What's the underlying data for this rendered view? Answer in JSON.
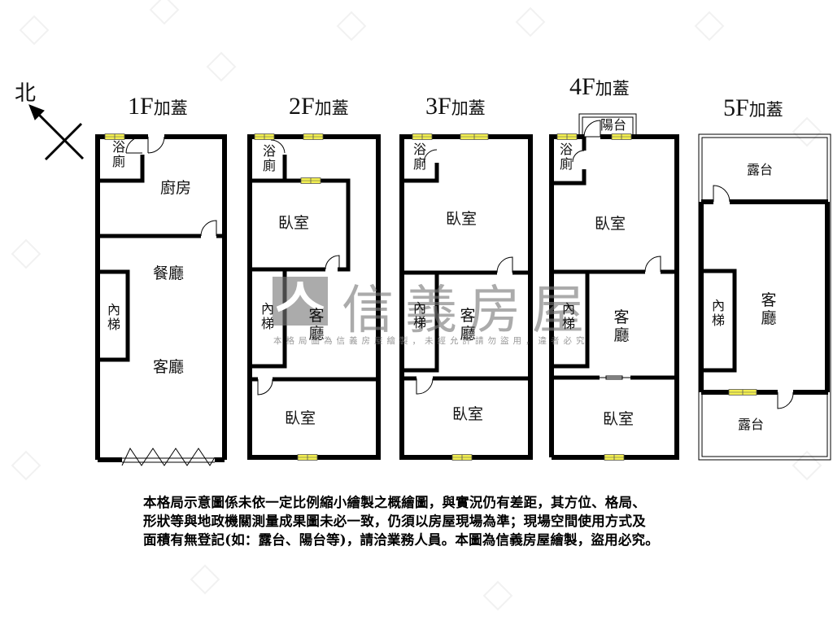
{
  "compass": {
    "label": "北",
    "icon": "north-arrow-icon"
  },
  "floors": [
    {
      "id": "1f",
      "title_num": "1F",
      "title_suffix": "加蓋",
      "rooms": {
        "bath": "浴廁",
        "kitchen": "廚房",
        "dining": "餐廳",
        "stairs": "內梯",
        "living": "客廳"
      }
    },
    {
      "id": "2f",
      "title_num": "2F",
      "title_suffix": "加蓋",
      "rooms": {
        "bath": "浴廁",
        "bedroom_front": "臥室",
        "stairs": "內梯",
        "living": "客廳",
        "bedroom_back": "臥室"
      }
    },
    {
      "id": "3f",
      "title_num": "3F",
      "title_suffix": "加蓋",
      "rooms": {
        "bath": "浴廁",
        "bedroom_front": "臥室",
        "stairs": "內梯",
        "living": "客廳",
        "bedroom_back": "臥室"
      }
    },
    {
      "id": "4f",
      "title_num": "4F",
      "title_suffix": "加蓋",
      "rooms": {
        "balcony": "陽台",
        "bath": "浴廁",
        "bedroom_front": "臥室",
        "stairs": "內梯",
        "living": "客廳",
        "bedroom_back": "臥室"
      }
    },
    {
      "id": "5f",
      "title_num": "5F",
      "title_suffix": "加蓋",
      "rooms": {
        "terrace_front": "露台",
        "stairs": "內梯",
        "living": "客廳",
        "terrace_back": "露台"
      }
    }
  ],
  "watermark": {
    "brand": "信義房屋",
    "notice": "本格局圖為信義房屋繪製，未經允許請勿盜用，違者必究"
  },
  "disclaimer": {
    "lines": [
      "本格局示意圖係未依一定比例縮小繪製之概繪圖，與實況仍有差距，其方位、格局、",
      "形狀等與地政機關測量成果圖未必一致，仍須以房屋現場為準；現場空間使用方式及",
      "面積有無登記(如：露台、陽台等)，請洽業務人員。本圖為信義房屋繪製，盜用必究。"
    ]
  },
  "colors": {
    "wall": "#000000",
    "window": "#f2ee50",
    "watermark": "#8a8a8a",
    "background": "#ffffff"
  }
}
